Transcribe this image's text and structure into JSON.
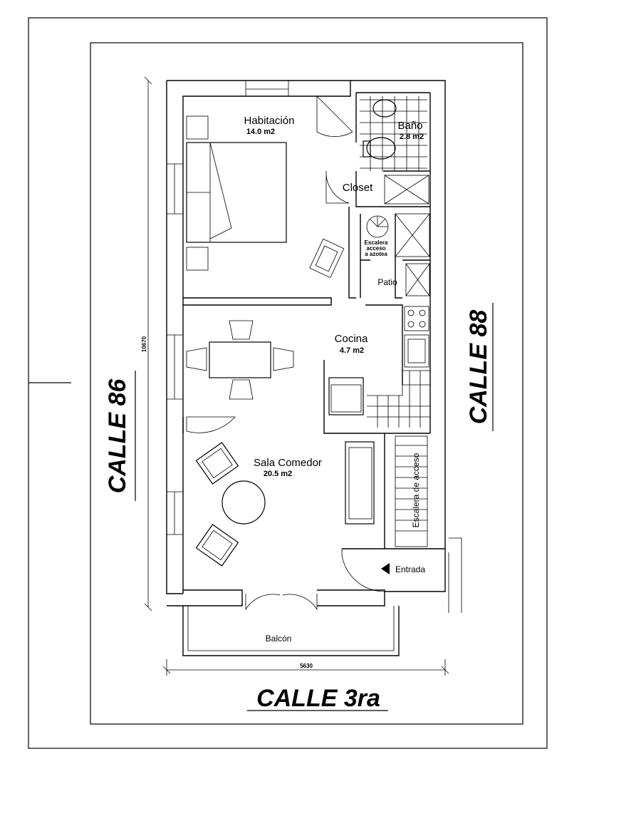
{
  "streets": {
    "left": "CALLE 86",
    "right": "CALLE 88",
    "bottom": "CALLE 3ra"
  },
  "rooms": {
    "habitacion": {
      "name": "Habitación",
      "area": "14.0 m2"
    },
    "bano": {
      "name": "Baño",
      "area": "2.8 m2"
    },
    "closet": {
      "name": "Closet"
    },
    "escalera_azotea": {
      "line1": "Escalera",
      "line2": "acceso",
      "line3": "a azotea"
    },
    "patio": {
      "name": "Patio"
    },
    "cocina": {
      "name": "Cocina",
      "area": "4.7 m2"
    },
    "sala": {
      "name": "Sala Comedor",
      "area": "20.5 m2"
    },
    "escalera_acceso": {
      "name": "Escalera de acceso"
    },
    "entrada": {
      "name": "Entrada"
    },
    "balcon": {
      "name": "Balcón"
    }
  },
  "dimensions": {
    "width": "5630",
    "height": "10670"
  }
}
